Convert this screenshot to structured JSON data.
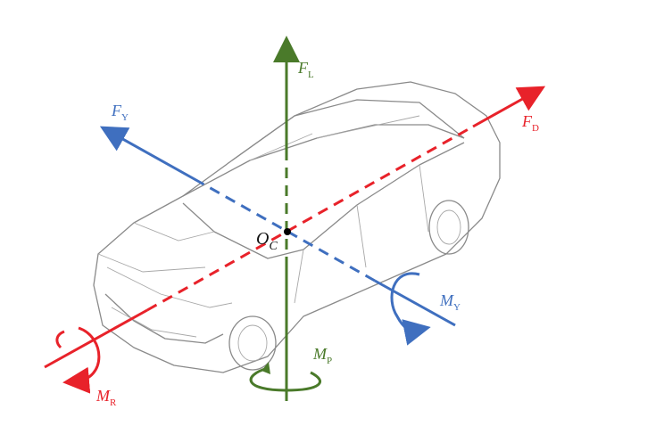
{
  "labels": {
    "lift_force": {
      "main": "F",
      "sub": "L"
    },
    "side_force": {
      "main": "F",
      "sub": "Y"
    },
    "drag_force": {
      "main": "F",
      "sub": "D"
    },
    "origin": {
      "main": "O",
      "sub": "C"
    },
    "yaw_moment": {
      "main": "M",
      "sub": "Y"
    },
    "pitch_moment": {
      "main": "M",
      "sub": "P"
    },
    "roll_moment": {
      "main": "M",
      "sub": "R"
    }
  },
  "colors": {
    "lift": "#4a7a2a",
    "side": "#3f6fbf",
    "drag": "#e8222a",
    "car": "#8a8a8a"
  }
}
